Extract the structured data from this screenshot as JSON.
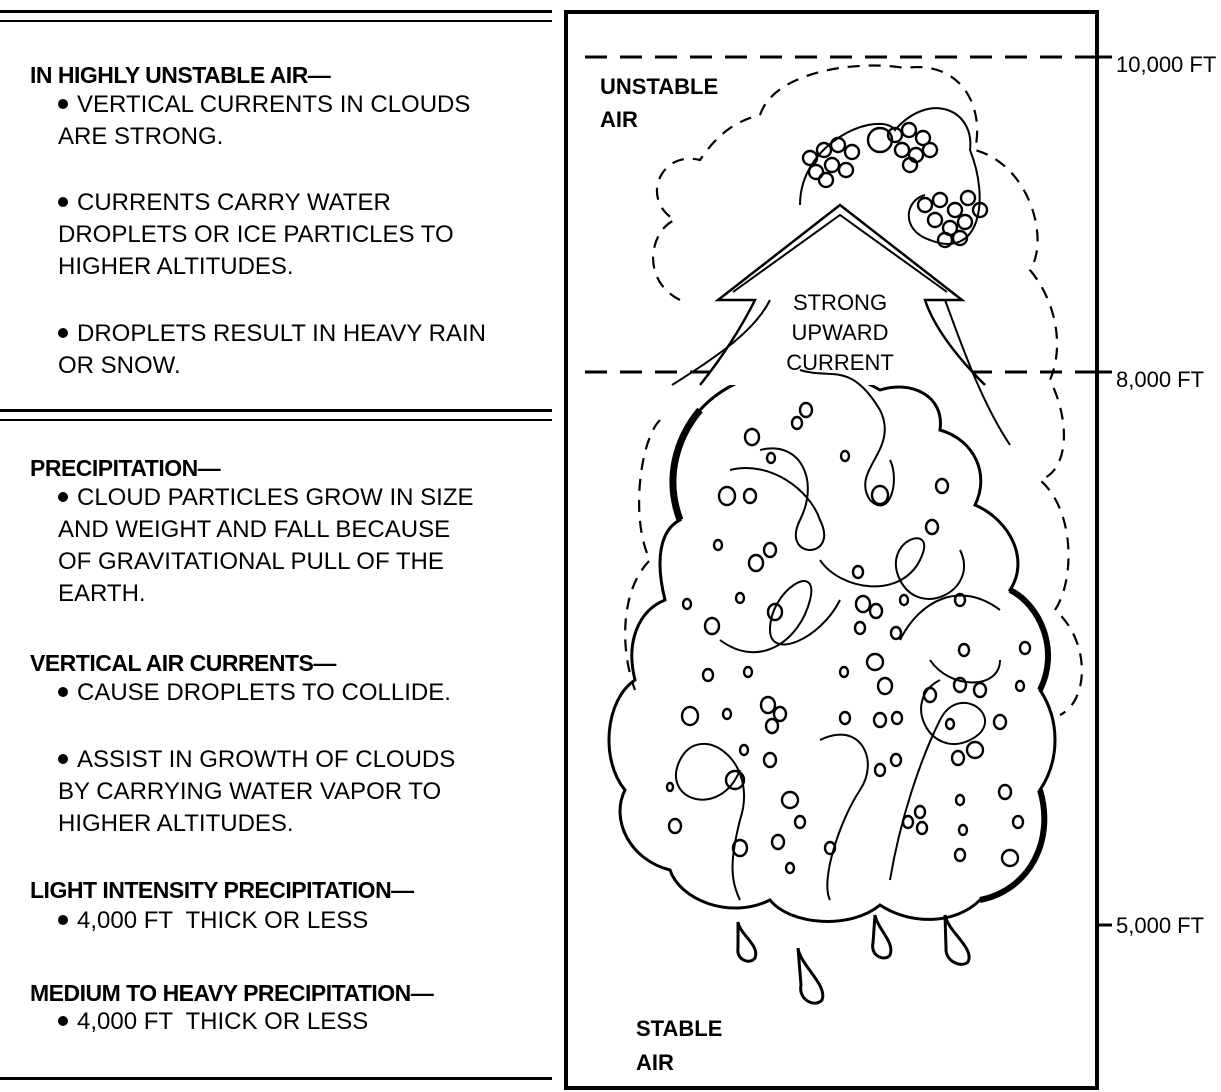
{
  "sections": [
    {
      "heading": "IN HIGHLY UNSTABLE AIR—",
      "items": [
        "VERTICAL CURRENTS IN CLOUDS\nARE STRONG.",
        "CURRENTS CARRY WATER\nDROPLETS OR ICE PARTICLES TO\nHIGHER ALTITUDES.",
        "DROPLETS RESULT IN HEAVY RAIN\nOR SNOW."
      ]
    },
    {
      "heading": "PRECIPITATION—",
      "items": [
        "CLOUD PARTICLES GROW IN SIZE\nAND WEIGHT AND FALL BECAUSE\nOF GRAVITATIONAL PULL OF THE\nEARTH."
      ]
    },
    {
      "heading": "VERTICAL AIR CURRENTS—",
      "items": [
        "CAUSE DROPLETS TO COLLIDE.",
        "ASSIST IN GROWTH OF CLOUDS\nBY CARRYING WATER VAPOR TO\nHIGHER ALTITUDES."
      ]
    },
    {
      "heading": "LIGHT INTENSITY PRECIPITATION—",
      "items": [
        "4,000 FT  THICK OR LESS"
      ]
    },
    {
      "heading": "MEDIUM TO HEAVY PRECIPITATION—",
      "items": [
        "4,000 FT  THICK OR LESS"
      ]
    }
  ],
  "diagram": {
    "unstable_label": "UNSTABLE\nAIR",
    "stable_label": "STABLE\nAIR",
    "current_label": "STRONG\nUPWARD\nCURRENT",
    "altitudes": [
      "10,000 FT",
      "8,000 FT",
      "5,000 FT"
    ]
  }
}
